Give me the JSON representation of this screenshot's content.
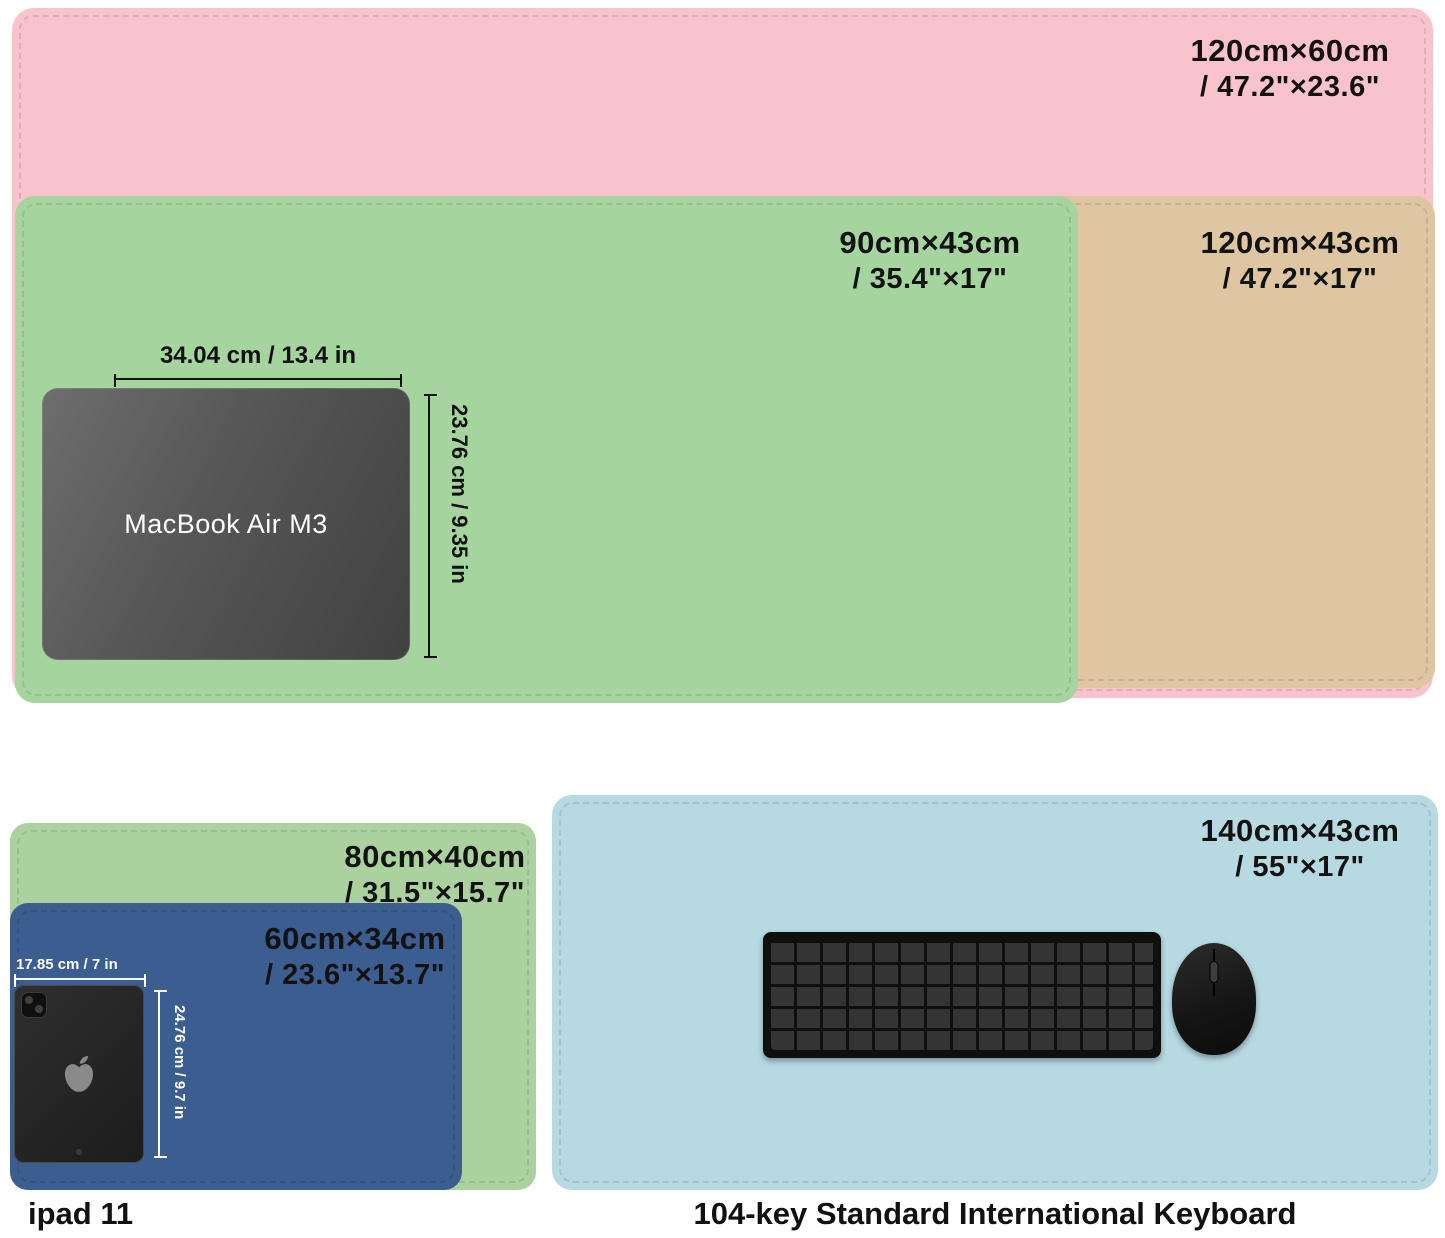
{
  "pads": {
    "pink": {
      "size_metric": "120cm×60cm",
      "size_imperial": "/ 47.2\"×23.6\"",
      "color": "#f9c3ce"
    },
    "green": {
      "size_metric": "90cm×43cm",
      "size_imperial": "/ 35.4\"×17\"",
      "color": "#a5d49f"
    },
    "tan": {
      "size_metric": "120cm×43cm",
      "size_imperial": "/ 47.2\"×17\"",
      "color": "#dfc6a3"
    },
    "light_green": {
      "size_metric": "80cm×40cm",
      "size_imperial": "/ 31.5\"×15.7\"",
      "color": "#abd19e"
    },
    "blue": {
      "size_metric": "60cm×34cm",
      "size_imperial": "/ 23.6\"×13.7\"",
      "color": "#3c5d8f"
    },
    "light_blue": {
      "size_metric": "140cm×43cm",
      "size_imperial": "/ 55\"×17\"",
      "color": "#b7d9e1"
    }
  },
  "devices": {
    "macbook": {
      "label": "MacBook Air M3",
      "width_dim": "34.04 cm / 13.4 in",
      "height_dim": "23.76 cm / 9.35 in"
    },
    "ipad": {
      "caption": "ipad 11",
      "width_dim": "17.85 cm / 7 in",
      "height_dim": "24.76 cm / 9.7 in"
    },
    "keyboard": {
      "caption": "104-key Standard International Keyboard"
    }
  }
}
